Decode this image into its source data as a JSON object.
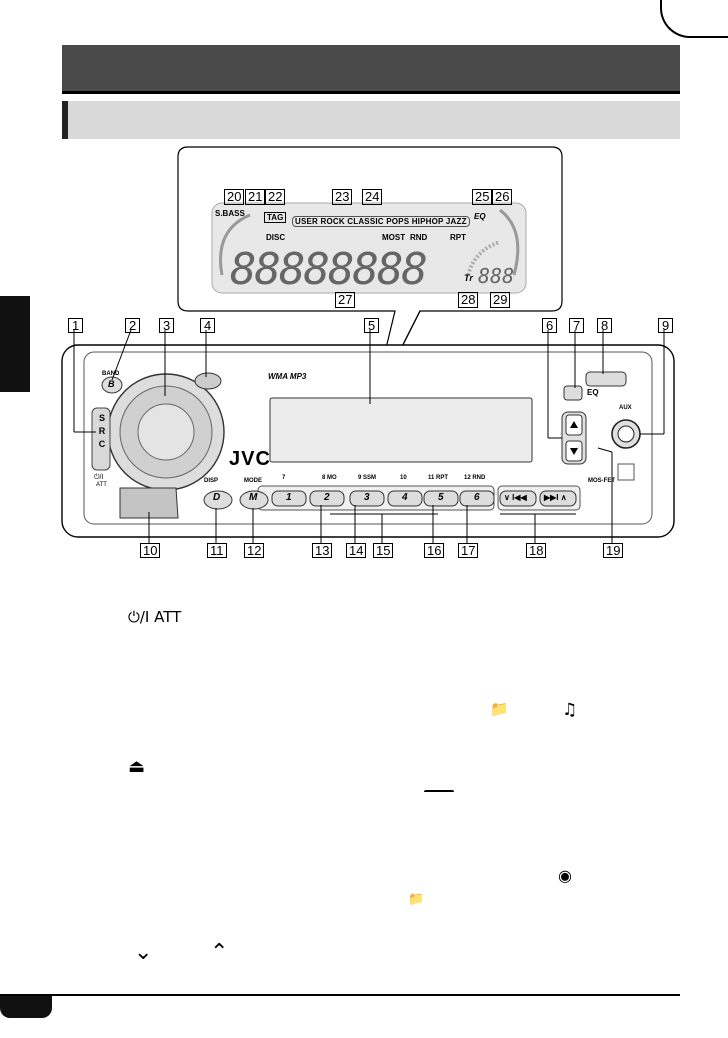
{
  "display": {
    "labels": {
      "sbass": "S.BASS",
      "tag": "TAG",
      "disc": "DISC",
      "eq_modes": [
        "USER",
        "ROCK",
        "CLASSIC",
        "POPS",
        "HIPHOP",
        "JAZZ"
      ],
      "eq": "EQ",
      "most": "MOST",
      "rnd": "RND",
      "rpt": "RPT",
      "tr": "Tr",
      "main_digits": "88888888",
      "track_digits": "888"
    },
    "callouts": [
      "20",
      "21",
      "22",
      "23",
      "24",
      "25",
      "26",
      "27",
      "28",
      "29"
    ]
  },
  "unit": {
    "brand": "JVC",
    "format_badge": "WMA MP3",
    "band_label": "BAND",
    "b_button": "B",
    "src_letters": [
      "S",
      "R",
      "C"
    ],
    "power_label_line1": "⏻/I",
    "power_label_line2": "ATT",
    "disp_label": "DISP",
    "mode_label": "MODE",
    "d_button": "D",
    "m_button": "M",
    "eq_label": "EQ",
    "aux_label": "AUX",
    "mosfet_label": "MOS-FET",
    "preset_labels": [
      "7",
      "8  MO",
      "9  SSM",
      "10",
      "11  RPT",
      "12  RND"
    ],
    "presets": [
      "1",
      "2",
      "3",
      "4",
      "5",
      "6"
    ],
    "seek_left": "∨ I◀◀",
    "seek_right": "▶▶I ∧"
  },
  "callouts": {
    "top": [
      "1",
      "2",
      "3",
      "4",
      "5",
      "6",
      "7",
      "8",
      "9"
    ],
    "bottom": [
      "10",
      "11",
      "12",
      "13",
      "14",
      "15",
      "16",
      "17",
      "18",
      "19"
    ]
  },
  "body_symbols": {
    "power_att": "⏻/I  ATT",
    "folder": "📁",
    "note": "♫",
    "eject": "⏏",
    "disc": "◉",
    "folder2": "📁",
    "down_arrow": "⌄",
    "up_arrow": "⌃"
  }
}
